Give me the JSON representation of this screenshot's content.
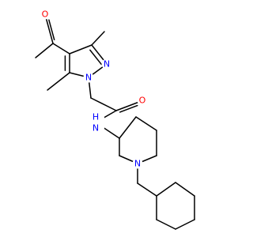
{
  "molecule": {
    "colors": {
      "bond": "#000000",
      "oxygen": "#ff0000",
      "nitrogen": "#0000ff",
      "background": "#ffffff"
    },
    "atom_labels": {
      "ketone_oxygen": "O",
      "pyrazole_n1": "N",
      "pyrazole_n2": "N",
      "amide_oxygen": "O",
      "amide_nitrogen_h": "H",
      "amide_nitrogen": "N",
      "piperidine_nitrogen": "N"
    }
  }
}
